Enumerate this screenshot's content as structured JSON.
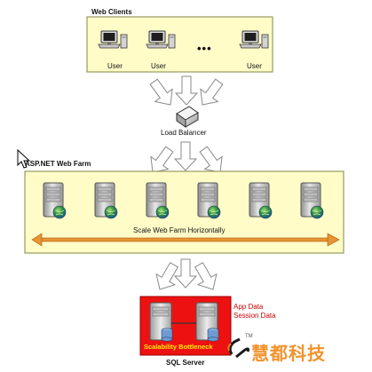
{
  "web_clients": {
    "title": "Web Clients",
    "users": [
      "User",
      "User",
      "User"
    ],
    "ellipsis": "•••"
  },
  "load_balancer": {
    "label": "Load Balancer"
  },
  "web_farm": {
    "title": "ASP.NET Web Farm",
    "scale_label": "Scale Web Farm Horizontally",
    "server_count": 6
  },
  "sql": {
    "app_data": "App Data",
    "session_data": "Session Data",
    "bottleneck": "Scalability Bottleneck",
    "server_label": "SQL Server"
  },
  "watermark": {
    "text": "慧都科技",
    "tm": "TM"
  },
  "colors": {
    "panel_fill": "#fffcc8",
    "panel_border": "#9a9a5e",
    "scale_arrow": "#e89432",
    "sql_fill": "#ee1111",
    "sql_text": "#cc0000",
    "arrow_fill": "#ffffff",
    "arrow_stroke": "#8a8a8a"
  }
}
